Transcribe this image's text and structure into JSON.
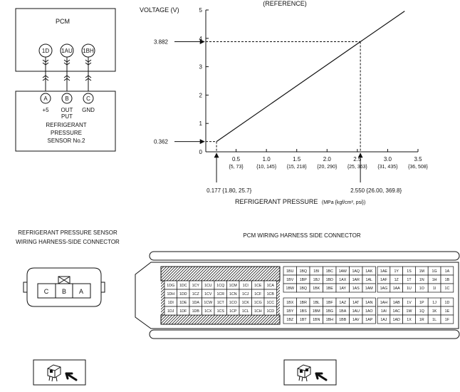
{
  "pcm_schematic": {
    "pcm_label": "PCM",
    "pcm_terminals": [
      "1D",
      "1AU",
      "1BH"
    ],
    "sensor_terminals": [
      "A",
      "B",
      "C"
    ],
    "sensor_terminal_labels": [
      "+5",
      "OUT",
      "PUT",
      "GND"
    ],
    "sensor_name_lines": [
      "REFRIGERANT",
      "PRESSURE",
      "SENSOR No.2"
    ]
  },
  "chart_data": {
    "type": "line",
    "title": "(REFERENCE)",
    "ylabel": "VOLTAGE (V)",
    "xlabel": "REFRIGERANT PRESSURE",
    "xlabel_units": "(MPa {kgf/cm², psi})",
    "xlim": [
      0,
      3.5
    ],
    "ylim": [
      0,
      5
    ],
    "x_ticks": [
      {
        "value": 0.5,
        "label": "0.5",
        "sub": "{5, 73}"
      },
      {
        "value": 1.0,
        "label": "1.0",
        "sub": "{10, 145}"
      },
      {
        "value": 1.5,
        "label": "1.5",
        "sub": "{15, 218}"
      },
      {
        "value": 2.0,
        "label": "2.0",
        "sub": "{20, 290}"
      },
      {
        "value": 2.5,
        "label": "2.5",
        "sub": "{25, 363}"
      },
      {
        "value": 3.0,
        "label": "3.0",
        "sub": "{31, 435}"
      },
      {
        "value": 3.5,
        "label": "3.5",
        "sub": "{36, 508}"
      }
    ],
    "y_ticks": [
      {
        "value": 0,
        "label": "0"
      },
      {
        "value": 1,
        "label": "1"
      },
      {
        "value": 2,
        "label": "2"
      },
      {
        "value": 3,
        "label": "3"
      },
      {
        "value": 4,
        "label": "4"
      },
      {
        "value": 5,
        "label": "5"
      }
    ],
    "series": [
      {
        "x": [
          0.177,
          2.55,
          3.28
        ],
        "y": [
          0.362,
          3.882,
          4.96
        ]
      }
    ],
    "reference_points": [
      {
        "x": 0.177,
        "y": 0.362,
        "x_label": "0.177 {1.80, 25.7}",
        "y_label": "0.362"
      },
      {
        "x": 2.55,
        "y": 3.882,
        "x_label": "2.550 {26.00, 369.8}",
        "y_label": "3.882"
      }
    ]
  },
  "sensor_connector": {
    "title_lines": [
      "REFRIGERANT PRESSURE SENSOR",
      "WIRING HARNESS-SIDE CONNECTOR"
    ],
    "pins": [
      "C",
      "B",
      "A"
    ]
  },
  "pcm_connector": {
    "title": "PCM WIRING HARNESS SIDE CONNECTOR",
    "left_block": [
      [
        "1DG",
        "1DC",
        "1CY",
        "1CU",
        "1CQ",
        "1CM",
        "1CI",
        "1CE",
        "1CA"
      ],
      [
        "1DH",
        "1DD",
        "1CZ",
        "1CV",
        "1CR",
        "1CN",
        "1CJ",
        "1CF",
        "1CB"
      ],
      [
        "1DI",
        "1DE",
        "1DA",
        "1CW",
        "1CT",
        "1CO",
        "1CK",
        "1CG",
        "1CC"
      ],
      [
        "1DJ",
        "1DF",
        "1DB",
        "1CX",
        "1CS",
        "1CP",
        "1CL",
        "1CH",
        "1CD"
      ]
    ],
    "mid_top": [
      [
        "1BU",
        "1BQ",
        "1BI",
        "1BC",
        "1AW",
        "1AQ",
        "1AK"
      ],
      [
        "1BV",
        "1BP",
        "1BJ",
        "1BD",
        "1AX",
        "1AR",
        "1AL"
      ],
      [
        "1BW",
        "1BQ",
        "1BK",
        "1BE",
        "1AY",
        "1AS",
        "1AM"
      ]
    ],
    "mid_bottom": [
      [
        "1BX",
        "1BR",
        "1BL",
        "1BF",
        "1AZ",
        "1AT",
        "1AN"
      ],
      [
        "1BY",
        "1BS",
        "1BM",
        "1BG",
        "1BA",
        "1AU",
        "1AO"
      ],
      [
        "1BZ",
        "1BT",
        "1BN",
        "1BH",
        "1BB",
        "1AV",
        "1AP"
      ]
    ],
    "right_top": [
      [
        "1AE",
        "1Y",
        "1S",
        "1M",
        "1G",
        "1A"
      ],
      [
        "1AF",
        "1Z",
        "1T",
        "1N",
        "1H",
        "1B"
      ],
      [
        "1AG",
        "1AA",
        "1U",
        "1O",
        "1I",
        "1C"
      ]
    ],
    "right_bottom": [
      [
        "1AH",
        "1AB",
        "1V",
        "1P",
        "1J",
        "1D"
      ],
      [
        "1AI",
        "1AC",
        "1W",
        "1Q",
        "1K",
        "1E"
      ],
      [
        "1AJ",
        "1AD",
        "1X",
        "1R",
        "1L",
        "1F"
      ]
    ]
  }
}
